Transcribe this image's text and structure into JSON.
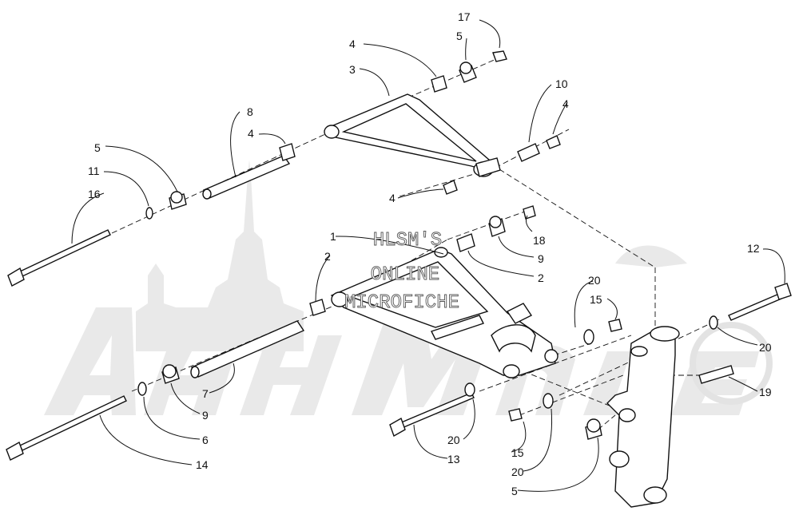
{
  "watermark": {
    "lines": [
      "HLSM'S",
      "ONLINE",
      "MICROFICHE"
    ],
    "logo_text": "ArcticCat"
  },
  "callouts": [
    {
      "id": "c17a",
      "label": "17"
    },
    {
      "id": "c4a",
      "label": "4"
    },
    {
      "id": "c5a",
      "label": "5"
    },
    {
      "id": "c3",
      "label": "3"
    },
    {
      "id": "c10",
      "label": "10"
    },
    {
      "id": "c4b",
      "label": "4"
    },
    {
      "id": "c8",
      "label": "8"
    },
    {
      "id": "c4c",
      "label": "4"
    },
    {
      "id": "c5b",
      "label": "5"
    },
    {
      "id": "c11",
      "label": "11"
    },
    {
      "id": "c16",
      "label": "16"
    },
    {
      "id": "c4d",
      "label": "4"
    },
    {
      "id": "c1",
      "label": "1"
    },
    {
      "id": "c2a",
      "label": "2"
    },
    {
      "id": "c18",
      "label": "18"
    },
    {
      "id": "c9a",
      "label": "9"
    },
    {
      "id": "c2b",
      "label": "2"
    },
    {
      "id": "c12",
      "label": "12"
    },
    {
      "id": "c20a",
      "label": "20"
    },
    {
      "id": "c15a",
      "label": "15"
    },
    {
      "id": "c20b",
      "label": "20"
    },
    {
      "id": "c19",
      "label": "19"
    },
    {
      "id": "c7",
      "label": "7"
    },
    {
      "id": "c9b",
      "label": "9"
    },
    {
      "id": "c6",
      "label": "6"
    },
    {
      "id": "c14",
      "label": "14"
    },
    {
      "id": "c20c",
      "label": "20"
    },
    {
      "id": "c13",
      "label": "13"
    },
    {
      "id": "c15b",
      "label": "15"
    },
    {
      "id": "c20d",
      "label": "20"
    },
    {
      "id": "c5c",
      "label": "5"
    }
  ]
}
